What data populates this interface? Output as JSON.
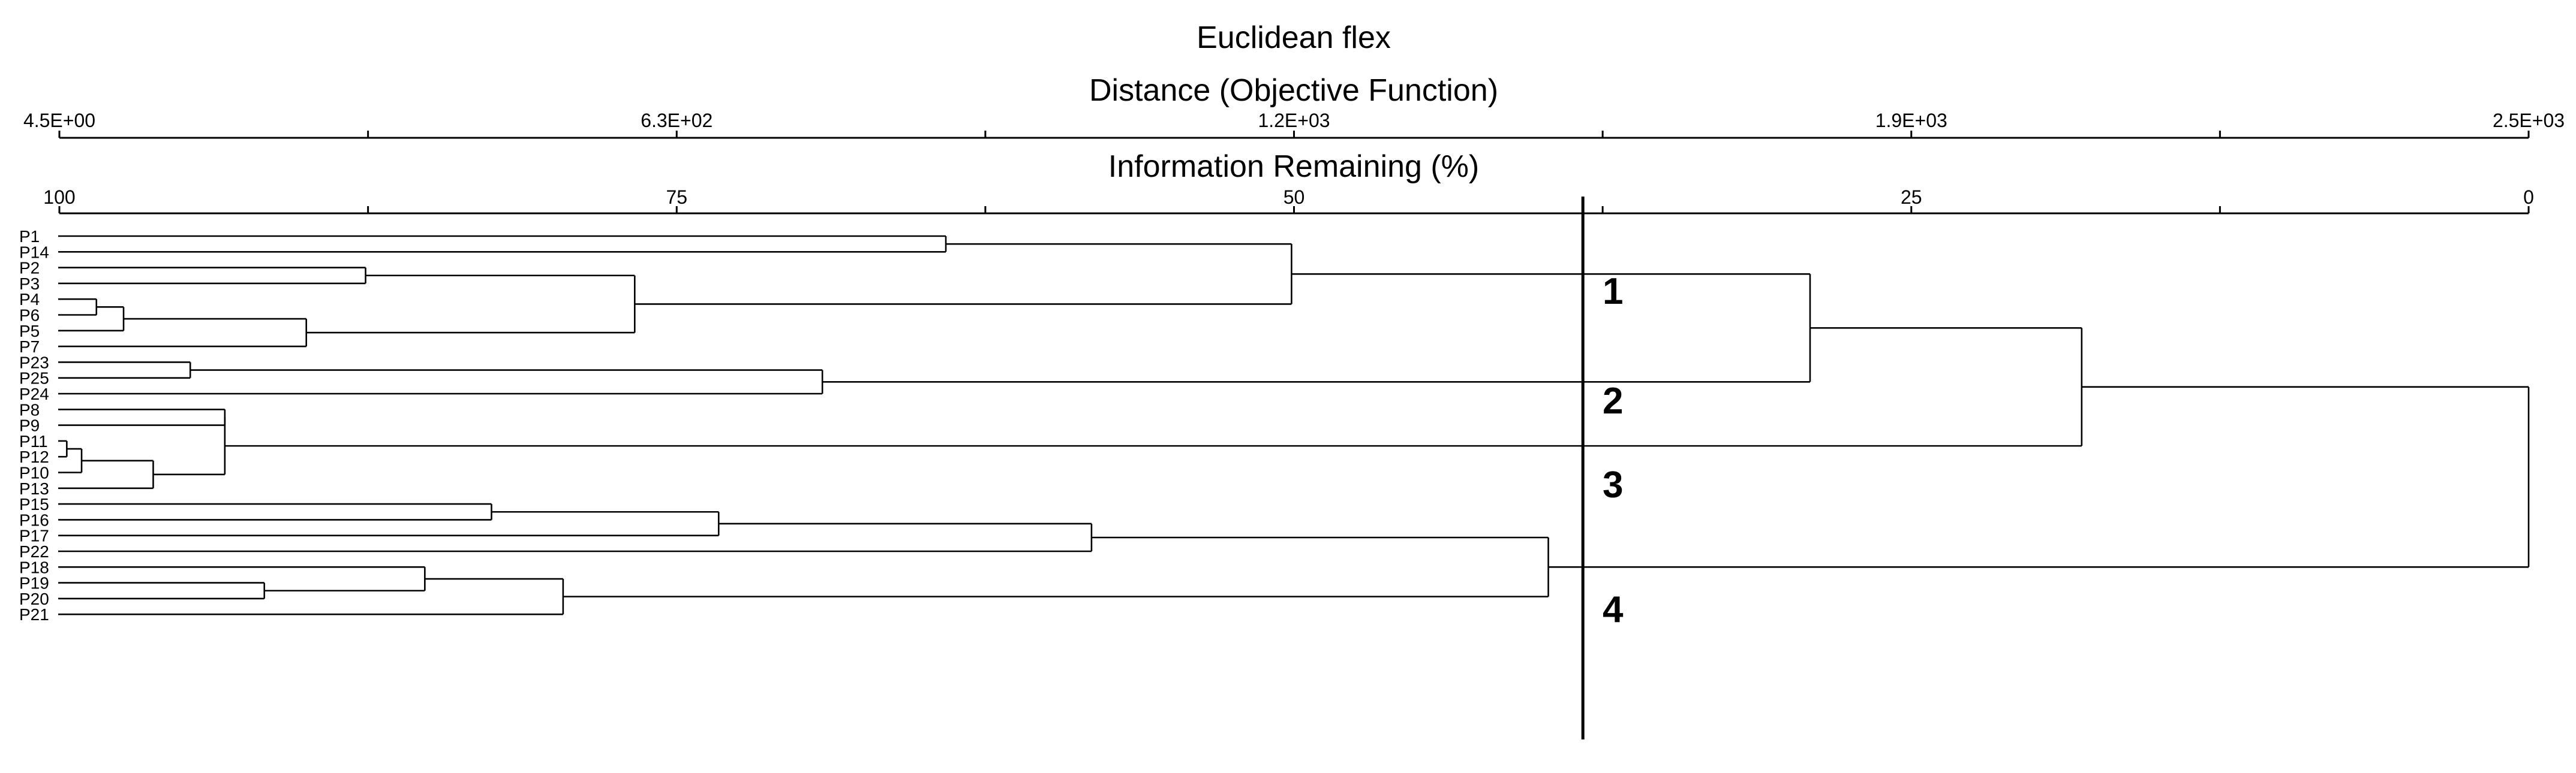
{
  "title": "Euclidean flex",
  "distance_axis": {
    "label": "Distance (Objective Function)",
    "tick_labels": [
      "4.5E+00",
      "6.3E+02",
      "1.2E+03",
      "1.9E+03",
      "2.5E+03"
    ]
  },
  "info_axis": {
    "label": "Information Remaining (%)",
    "tick_labels": [
      "100",
      "75",
      "50",
      "25",
      "0"
    ]
  },
  "leaves": [
    "P1",
    "P14",
    "P2",
    "P3",
    "P4",
    "P6",
    "P5",
    "P7",
    "P23",
    "P25",
    "P24",
    "P8",
    "P9",
    "P11",
    "P12",
    "P10",
    "P13",
    "P15",
    "P16",
    "P17",
    "P22",
    "P18",
    "P19",
    "P20",
    "P21"
  ],
  "merges": [
    {
      "a": "P1",
      "b": "P14",
      "height": 64.1
    },
    {
      "a": "P2",
      "b": "P3",
      "height": 87.6
    },
    {
      "a": "P4",
      "b": "P6",
      "height": 98.5
    },
    {
      "a": "(P4,P6)",
      "b": "P5",
      "height": 97.4
    },
    {
      "a": "(P4,P6,P5)",
      "b": "P7",
      "height": 90.0
    },
    {
      "a": "(P2,P3)",
      "b": "(P4,P6,P5,P7)",
      "height": 76.7
    },
    {
      "a": "(P1,P14)",
      "b": "(P2..P7)",
      "height": 50.1
    },
    {
      "a": "P23",
      "b": "P25",
      "height": 94.7
    },
    {
      "a": "(P23,P25)",
      "b": "P24",
      "height": 69.1
    },
    {
      "a": "(P1..P7)",
      "b": "(P23,P25,P24)",
      "height": 29.1
    },
    {
      "a": "P11",
      "b": "P12",
      "height": 99.7
    },
    {
      "a": "(P11,P12)",
      "b": "P10",
      "height": 99.1
    },
    {
      "a": "(P11,P12,P10)",
      "b": "P13",
      "height": 96.2
    },
    {
      "a": "P8",
      "b": "P9",
      "height": 93.3
    },
    {
      "a": "(P8,P9)",
      "b": "(P11,P12,P10,P13)",
      "height": 93.3
    },
    {
      "a": "(cluster1,cluster2)",
      "b": "(cluster3)",
      "height": 18.1
    },
    {
      "a": "P15",
      "b": "P16",
      "height": 82.5
    },
    {
      "a": "(P15,P16)",
      "b": "P17",
      "height": 73.3
    },
    {
      "a": "(P15,P16,P17)",
      "b": "P22",
      "height": 58.2
    },
    {
      "a": "P19",
      "b": "P20",
      "height": 91.7
    },
    {
      "a": "P18",
      "b": "(P19,P20)",
      "height": 85.2
    },
    {
      "a": "(P18,P19,P20)",
      "b": "P21",
      "height": 79.6
    },
    {
      "a": "(P15..P22)",
      "b": "(P18..P21)",
      "height": 39.7
    },
    {
      "a": "(clusters 1-3)",
      "b": "(cluster4)",
      "height": 0.0
    }
  ],
  "cut_line": {
    "information_remaining": 38.3
  },
  "clusters": [
    {
      "label": "1",
      "members": [
        "P1",
        "P14",
        "P2",
        "P3",
        "P4",
        "P6",
        "P5",
        "P7"
      ]
    },
    {
      "label": "2",
      "members": [
        "P23",
        "P25",
        "P24"
      ]
    },
    {
      "label": "3",
      "members": [
        "P8",
        "P9",
        "P11",
        "P12",
        "P10",
        "P13"
      ]
    },
    {
      "label": "4",
      "members": [
        "P15",
        "P16",
        "P17",
        "P22",
        "P18",
        "P19",
        "P20",
        "P21"
      ]
    }
  ]
}
